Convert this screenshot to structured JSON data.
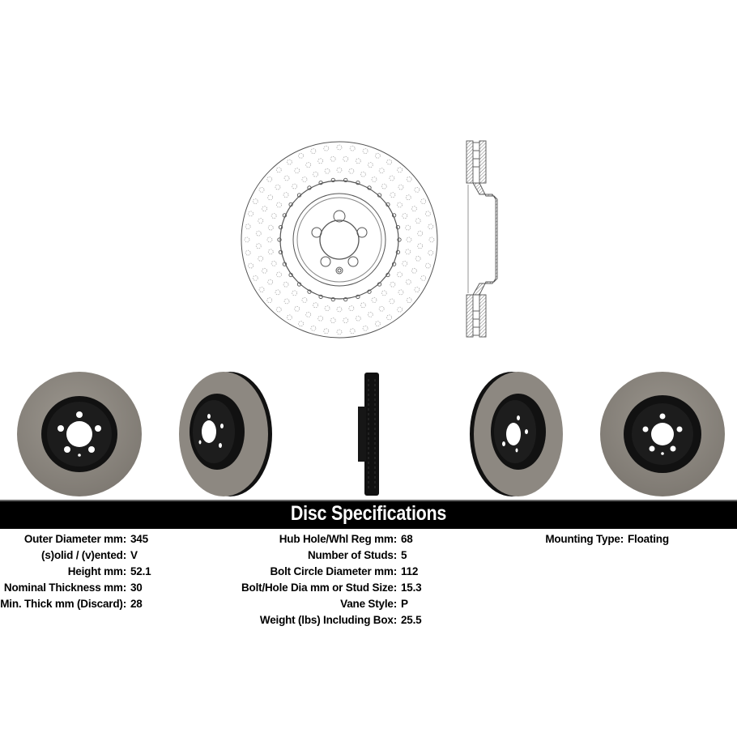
{
  "product": {
    "type": "brake-disc-rotor",
    "drawings": [
      {
        "name": "front-view-line-drawing",
        "stud_holes": 5,
        "drilled_pattern": true
      },
      {
        "name": "cross-section-line-drawing"
      }
    ],
    "photos": [
      {
        "name": "rotor-photo-front",
        "view": "front"
      },
      {
        "name": "rotor-photo-angled-left",
        "view": "angled-left"
      },
      {
        "name": "rotor-photo-side",
        "view": "side-profile"
      },
      {
        "name": "rotor-photo-angled-right",
        "view": "angled-right"
      },
      {
        "name": "rotor-photo-back",
        "view": "back"
      }
    ],
    "colors": {
      "banner_bg": "#000000",
      "banner_text": "#ffffff",
      "rotor_face": "#8e8982",
      "rotor_hat": "#151515",
      "drawing_line": "#555555"
    }
  },
  "specs": {
    "title": "Disc Specifications",
    "columns": [
      [
        {
          "label": "Outer Diameter mm:",
          "value": "345"
        },
        {
          "label": "(s)olid / (v)ented:",
          "value": "V"
        },
        {
          "label": "Height mm:",
          "value": "52.1"
        },
        {
          "label": "Nominal Thickness mm:",
          "value": "30"
        },
        {
          "label": "Min. Thick mm (Discard):",
          "value": "28"
        }
      ],
      [
        {
          "label": "Hub Hole/Whl Reg mm:",
          "value": "68"
        },
        {
          "label": "Number of Studs:",
          "value": "5"
        },
        {
          "label": "Bolt Circle Diameter mm:",
          "value": "112"
        },
        {
          "label": "Bolt/Hole Dia mm or Stud Size:",
          "value": "15.3"
        },
        {
          "label": "Vane Style:",
          "value": "P"
        },
        {
          "label": "Weight (lbs) Including Box:",
          "value": "25.5"
        }
      ],
      [
        {
          "label": "Mounting Type:",
          "value": "Floating"
        }
      ]
    ]
  }
}
